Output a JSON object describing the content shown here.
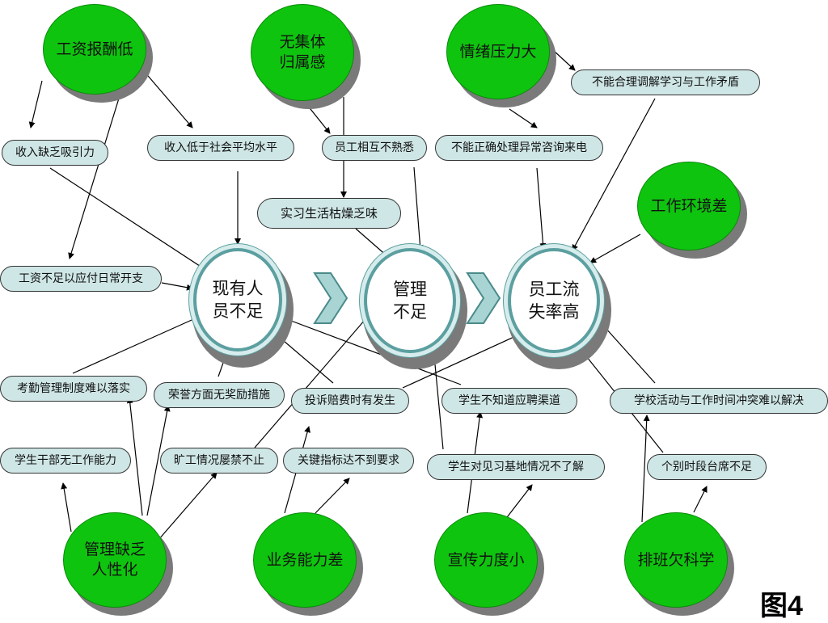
{
  "diagram": {
    "outcomes": {
      "staff_shortage": "现有人\n员不足",
      "management_lacking": "管理\n不足",
      "turnover_high": "员工流\n失率高"
    },
    "causes": {
      "low_pay": "工资报酬低",
      "no_belonging": "无集体\n归属感",
      "emotional_pressure": "情绪压力大",
      "poor_environment": "工作环境差",
      "inhumane_management": "管理缺乏\n人性化",
      "poor_skills": "业务能力差",
      "weak_promotion": "宣传力度小",
      "unscientific_scheduling": "排班欠科学"
    },
    "factors": {
      "income_unattractive": "收入缺乏吸引力",
      "income_below_average": "收入低于社会平均水平",
      "staff_unfamiliar": "员工相互不熟悉",
      "cannot_handle_calls": "不能正确处理异常咨询来电",
      "study_work_conflict": "不能合理调解学习与工作矛盾",
      "boring_internship": "实习生活枯燥乏味",
      "wage_insufficient": "工资不足以应付日常开支",
      "attendance_hard": "考勤管理制度难以落实",
      "no_honor_reward": "荣誉方面无奖励措施",
      "complaint_compensation": "投诉赔费时有发生",
      "recruit_channel_unknown": "学生不知道应聘渠道",
      "school_activity_conflict": "学校活动与工作时间冲突难以解决",
      "cadre_unable": "学生干部无工作能力",
      "absenteeism": "旷工情况屡禁不止",
      "kpi_unmet": "关键指标达不到要求",
      "base_unknown": "学生对见习基地情况不了解",
      "seat_shortage": "个别时段台席不足"
    },
    "figure_label": "图4"
  },
  "colors": {
    "cause_fill": "#0fc40f",
    "factor_fill": "#cfe6e6",
    "outcome_ring": "#5c9fa0",
    "chevron_fill": "#a9d4d4"
  }
}
